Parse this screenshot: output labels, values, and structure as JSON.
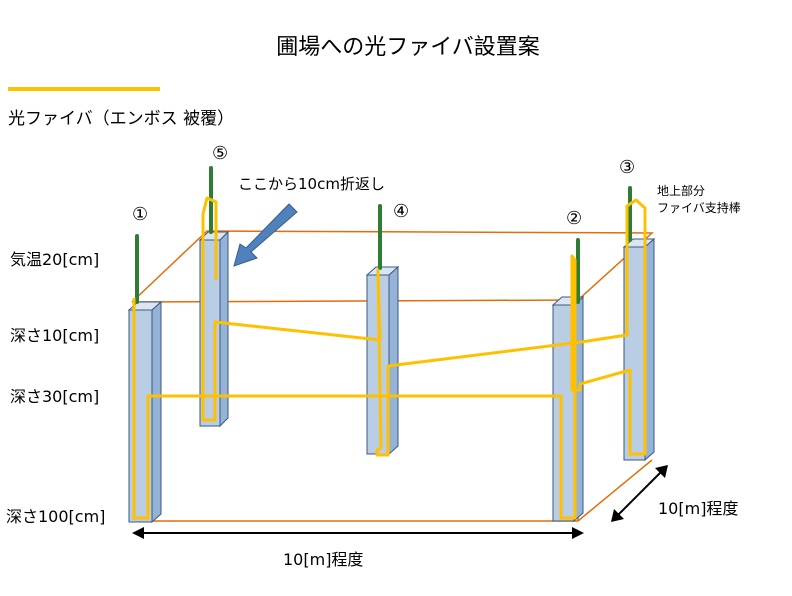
{
  "title": "圃場への光ファイバ設置案",
  "legend": {
    "label": "光ファイバ（エンボス 被覆）",
    "color": "#FFC000"
  },
  "depth_labels": {
    "air": "気温20[cm]",
    "d10": "深さ10[cm]",
    "d30": "深さ30[cm]",
    "d100": "深さ100[cm]"
  },
  "posts": [
    "①",
    "②",
    "③",
    "④",
    "⑤"
  ],
  "annotations": {
    "fold": "ここから10cm折返し",
    "support_line1": "地上部分",
    "support_line2": "ファイバ支持棒"
  },
  "dimensions": {
    "width": "10[m]程度",
    "depth": "10[m]程度"
  },
  "colors": {
    "fiber": "#FFC000",
    "box_edge": "#E46C0A",
    "post_fill": "#B9CDE5",
    "post_edge": "#3A5A80",
    "rod": "#2E7D32",
    "arrow": "#4F81BD"
  }
}
